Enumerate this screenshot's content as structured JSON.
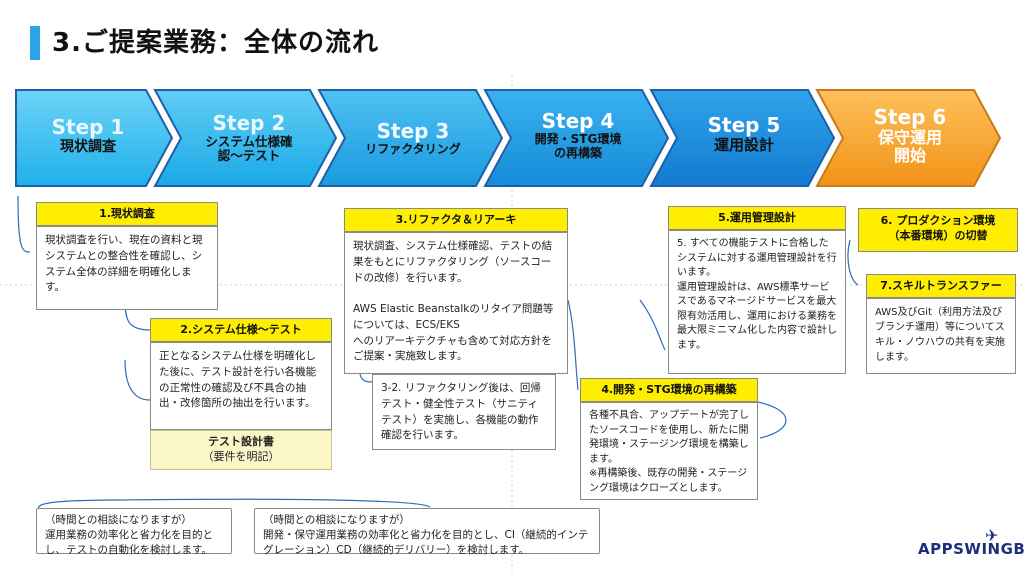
{
  "page": {
    "title": "3.ご提案業務：全体の流れ"
  },
  "steps": [
    {
      "num": "Step 1",
      "name": "現状調査",
      "color": "#25b9ee",
      "num_color": "#dff4fc"
    },
    {
      "num": "Step 2",
      "name": "システム仕様確\n認〜テスト",
      "color": "#2cb3ec",
      "num_color": "#dff4fc"
    },
    {
      "num": "Step 3",
      "name": "リファクタリング",
      "color": "#229fe3",
      "num_color": "#eaf6fd"
    },
    {
      "num": "Step 4",
      "name": "開発・STG環境\nの再構築",
      "color": "#1d8fdc",
      "num_color": "#ffffff"
    },
    {
      "num": "Step 5",
      "name": "運用設計",
      "color": "#1a7fd4",
      "num_color": "#ffffff"
    },
    {
      "num": "Step 6",
      "name": "保守運用\n開始",
      "color": "#f7a12a",
      "num_color": "#ffffff"
    }
  ],
  "sections": {
    "s1": {
      "header": "1.現状調査",
      "body": "現状調査を行い、現在の資料と現システムとの整合性を確認し、システム全体の詳細を明確化します。"
    },
    "s2": {
      "header": "2.システム仕様〜テスト",
      "body": "正となるシステム仕様を明確化した後に、テスト設計を行い各機能の正常性の確認及び不具合の抽出・改修箇所の抽出を行います。",
      "sub_title": "テスト設計書",
      "sub_note": "（要件を明記）"
    },
    "s3": {
      "header": "3.リファクタ＆リアーキ",
      "body": "現状調査、システム仕様確認、テストの結果をもとにリファクタリング（ソースコードの改修）を行います。\n\nAWS Elastic Beanstalkのリタイア問題等については、ECS/EKS\nへのリアーキテクチャも含めて対応方針をご提案・実施致します。",
      "sub": "3-2. リファクタリング後は、回帰テスト・健全性テスト（サニティテスト）を実施し、各機能の動作確認を行います。"
    },
    "s4": {
      "header": "4.開発・STG環境の再構築",
      "body": "各種不具合、アップデートが完了したソースコードを使用し、新たに開発環境・ステージング環境を構築します。\n※再構築後、既存の開発・ステージング環境はクローズとします。"
    },
    "s5": {
      "header": "5.運用管理設計",
      "body": "5. すべての機能テストに合格したシステムに対する運用管理設計を行います。\n運用管理設計は、AWS標準サービスであるマネージドサービスを最大限有効活用し、運用における業務を最大限ミニマム化した内容で設計します。"
    },
    "s6": {
      "header": "6. プロダクション環境\n（本番環境）の切替"
    },
    "s7": {
      "header": "7.スキルトランスファー",
      "body": "AWS及びGit（利用方法及びブランチ運用）等についてスキル・ノウハウの共有を実施します。"
    }
  },
  "notes": {
    "n1": "（時間との相談になりますが）\n運用業務の効率化と省力化を目的とし、テストの自動化を検討します。",
    "n2": "（時間との相談になりますが）\n開発・保守運用業務の効率化と省力化を目的とし、CI（継続的インテグレーション）CD（継続的デリバリー）を検討します。"
  },
  "logo": {
    "text": "APPSWINGBY"
  }
}
